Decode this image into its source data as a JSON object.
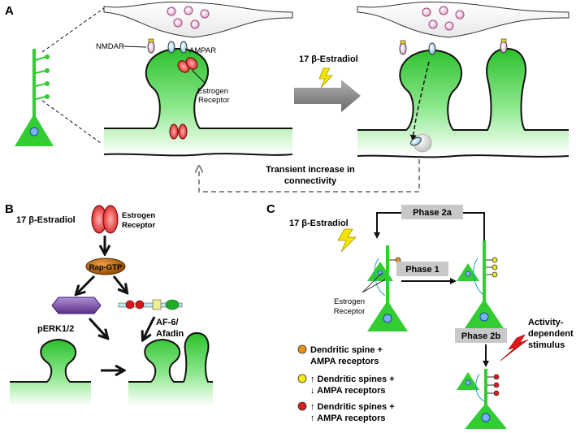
{
  "panels": {
    "a": "A",
    "b": "B",
    "c": "C"
  },
  "panel_a": {
    "nmdar": "NMDAR",
    "ampar": "AMPAR",
    "estrogen_receptor_line1": "Estrogen",
    "estrogen_receptor_line2": "Receptor",
    "estradiol": "17 β-Estradiol",
    "connectivity_line1": "Transient increase in",
    "connectivity_line2": "connectivity"
  },
  "panel_b": {
    "estradiol": "17 β-Estradiol",
    "receptor_line1": "Estrogen",
    "receptor_line2": "Receptor",
    "rap_gtp": "Rap-GTP",
    "perk": "pERK1/2",
    "afadin_line1": "AF-6/",
    "afadin_line2": "Afadin"
  },
  "panel_c": {
    "estradiol": "17 β-Estradiol",
    "phase_2a": "Phase 2a",
    "phase_1": "Phase 1",
    "phase_2b": "Phase 2b",
    "receptor_line1": "Estrogen",
    "receptor_line2": "Receptor",
    "stimulus_line1": "Activity-",
    "stimulus_line2": "dependent",
    "stimulus_line3": "stimulus",
    "legend": [
      {
        "color": "#e8901a",
        "line1": "Dendritic spine +",
        "line2": "AMPA receptors"
      },
      {
        "color": "#f2e81a",
        "line1": "↑ Dendritic spines +",
        "line2": "↓ AMPA receptors"
      },
      {
        "color": "#d8201a",
        "line1": "↑ Dendritic spines +",
        "line2": "↑ AMPA receptors"
      }
    ]
  },
  "colors": {
    "spine_green": "#33cc33",
    "receptor_pink": "#e0a0c8",
    "receptor_blue": "#8ec8ec",
    "estrogen_receptor_red": "#e03030",
    "vesicle_pink": "#f0b0d8",
    "rap_brown": "#b8600a",
    "perk_purple": "#7a50a8",
    "phase_box_gray": "#c8c8c8"
  }
}
